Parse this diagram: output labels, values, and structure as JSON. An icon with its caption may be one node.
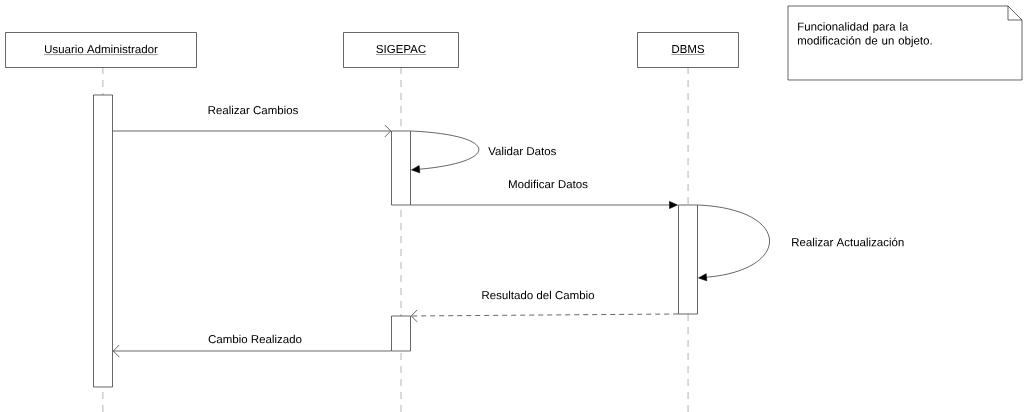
{
  "diagram": {
    "nodes": [
      {
        "text": [
          "Usuario Administrador"
        ]
      },
      {
        "text": [
          "SIGEPAC"
        ]
      },
      {
        "text": [
          "DBMS"
        ]
      },
      {
        "text": [
          "Funcionalidad para la modificación de un objeto."
        ]
      },
      {
        "text": [],
        "shape": "bar"
      },
      {
        "text": [],
        "shape": "bar"
      },
      {
        "text": [],
        "shape": "bar"
      },
      {
        "text": [],
        "shape": "bar"
      }
    ],
    "edges": [
      {
        "from": 4,
        "to": 5,
        "arrow": "to",
        "label": "Realizar Cambios"
      },
      {
        "from": 5,
        "to": 5,
        "arrow": "to",
        "label": "Validar Datos"
      },
      {
        "from": 5,
        "to": 6,
        "arrow": "to",
        "label": "Modificar Datos"
      },
      {
        "from": 6,
        "to": 6,
        "arrow": "to",
        "label": "Realizar Actualización"
      },
      {
        "from": 6,
        "to": 7,
        "arrow": "to",
        "label": "Resultado del Cambio",
        "style": "dashed"
      },
      {
        "from": 7,
        "to": 4,
        "arrow": "to",
        "label": "Cambio Realizado"
      }
    ]
  }
}
